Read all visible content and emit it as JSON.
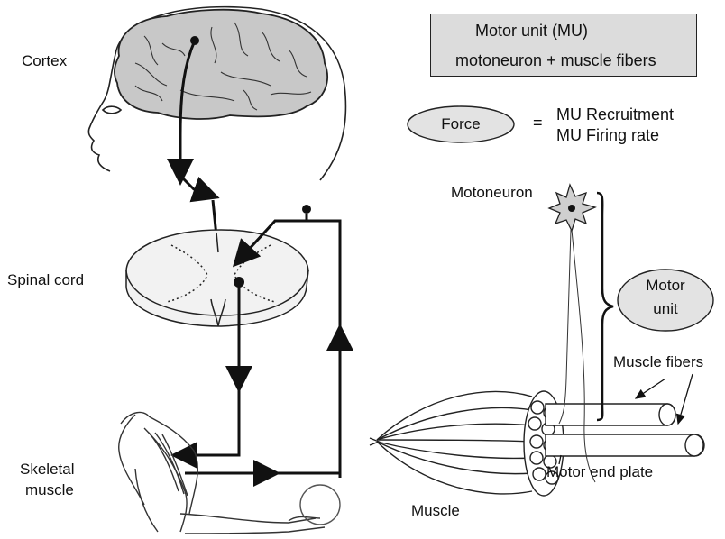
{
  "labels": {
    "cortex": "Cortex",
    "spinal_cord": "Spinal cord",
    "skeletal_muscle_line1": "Skeletal",
    "skeletal_muscle_line2": "muscle",
    "motoneuron": "Motoneuron",
    "muscle": "Muscle",
    "muscle_fibers": "Muscle fibers",
    "motor_end_plate": "Motor end plate"
  },
  "motor_unit_box": {
    "line1": "Motor unit (MU)",
    "line2": "motoneuron + muscle fibers"
  },
  "force_equation": {
    "lhs": "Force",
    "equals": "=",
    "term1": "MU Recruitment",
    "term2": "MU Firing rate"
  },
  "motor_unit_oval": {
    "line1": "Motor",
    "line2": "unit"
  },
  "colors": {
    "box_fill": "#dcdcdc",
    "oval_fill": "#e3e3e3",
    "brain_fill": "#c8c8c8",
    "line": "#111111"
  }
}
